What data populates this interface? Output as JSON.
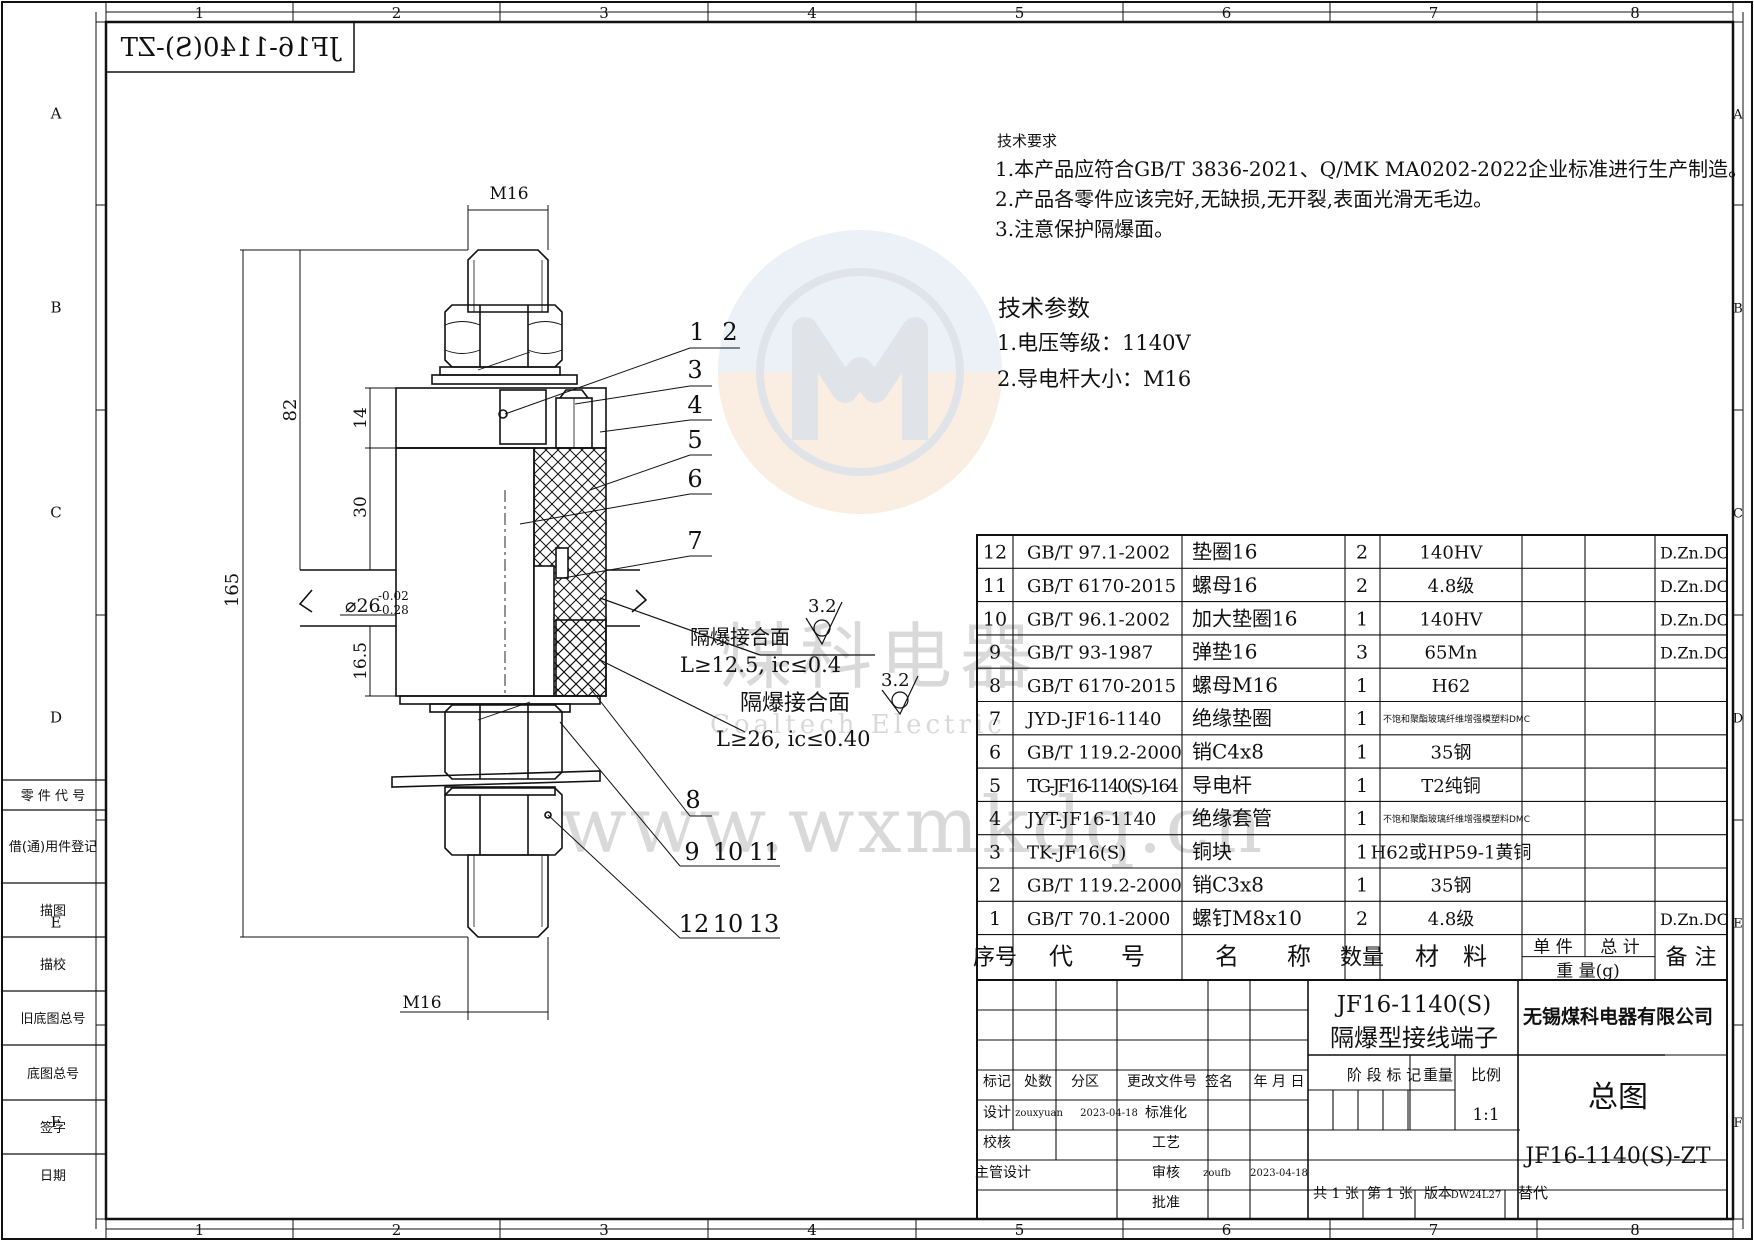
{
  "frame": {
    "columns": [
      "1",
      "2",
      "3",
      "4",
      "5",
      "6",
      "7",
      "8"
    ],
    "rows": [
      "A",
      "B",
      "C",
      "D",
      "E",
      "F"
    ],
    "mirrored_code": "JF16-1140(S)-ZT"
  },
  "watermark": {
    "text_cn": "煤科电器",
    "text_en": "Coaltech Electric",
    "url": "www.wxmkdq.cn"
  },
  "tech_requirements": {
    "heading": "技术要求",
    "items": [
      "1.本产品应符合GB/T 3836-2021、Q/MK MA0202-2022企业标准进行生产制造。",
      "2.产品各零件应该完好,无缺损,无开裂,表面光滑无毛边。",
      "3.注意保护隔爆面。"
    ]
  },
  "tech_params": {
    "heading": "技术参数",
    "items": [
      "1.电压等级：1140V",
      "2.导电杆大小：M16"
    ]
  },
  "drawing": {
    "top_thread": "M16",
    "bottom_thread": "M16",
    "dim_82": "82",
    "dim_165": "165",
    "dim_14": "14",
    "dim_30": "30",
    "dim_16_5": "16.5",
    "dia_main": "⌀26",
    "dia_upper_tol": "-0.02",
    "dia_lower_tol": "-0.28",
    "roughness_1": "3.2",
    "roughness_2": "3.2",
    "flame_1_title": "隔爆接合面",
    "flame_1_spec": "L≥12.5, ic≤0.4",
    "flame_2_title": "隔爆接合面",
    "flame_2_spec": "L≥26, ic≤0.40",
    "balloons": {
      "b1": "1",
      "b2": "2",
      "b3": "3",
      "b4": "4",
      "b5": "5",
      "b6": "6",
      "b7": "7",
      "b8": "8",
      "b9": "9",
      "b10a": "10",
      "b11": "11",
      "b12": "12",
      "b10b": "10",
      "b13": "13"
    }
  },
  "bom": {
    "rows": [
      {
        "no": "12",
        "code": "GB/T 97.1-2002",
        "name": "垫圈16",
        "qty": "2",
        "material": "140HV",
        "remark": "D.Zn.DC",
        "small": false
      },
      {
        "no": "11",
        "code": "GB/T 6170-2015",
        "name": "螺母16",
        "qty": "2",
        "material": "4.8级",
        "remark": "D.Zn.DC",
        "small": false
      },
      {
        "no": "10",
        "code": "GB/T 96.1-2002",
        "name": "加大垫圈16",
        "qty": "1",
        "material": "140HV",
        "remark": "D.Zn.DC",
        "small": false
      },
      {
        "no": "9",
        "code": "GB/T 93-1987",
        "name": "弹垫16",
        "qty": "3",
        "material": "65Mn",
        "remark": "D.Zn.DC",
        "small": false
      },
      {
        "no": "8",
        "code": "GB/T 6170-2015",
        "name": "螺母M16",
        "qty": "1",
        "material": "H62",
        "remark": "",
        "small": false
      },
      {
        "no": "7",
        "code": "JYD-JF16-1140",
        "name": "绝缘垫圈",
        "qty": "1",
        "material": "不饱和聚酯玻璃纤维增强模塑料DMC",
        "remark": "",
        "small": true
      },
      {
        "no": "6",
        "code": "GB/T 119.2-2000",
        "name": "销C4x8",
        "qty": "1",
        "material": "35钢",
        "remark": "",
        "small": false
      },
      {
        "no": "5",
        "code": "TG-JF16-1140(S)-164",
        "name": "导电杆",
        "qty": "1",
        "material": "T2纯铜",
        "remark": "",
        "small": false
      },
      {
        "no": "4",
        "code": "JYT-JF16-1140",
        "name": "绝缘套管",
        "qty": "1",
        "material": "不饱和聚酯玻璃纤维增强模塑料DMC",
        "remark": "",
        "small": true
      },
      {
        "no": "3",
        "code": "TK-JF16(S)",
        "name": "铜块",
        "qty": "1",
        "material": "H62或HP59-1黄铜",
        "remark": "",
        "small": false
      },
      {
        "no": "2",
        "code": "GB/T 119.2-2000",
        "name": "销C3x8",
        "qty": "1",
        "material": "35钢",
        "remark": "",
        "small": false
      },
      {
        "no": "1",
        "code": "GB/T 70.1-2000",
        "name": "螺钉M8x10",
        "qty": "2",
        "material": "4.8级",
        "remark": "D.Zn.DC",
        "small": false
      }
    ],
    "header": {
      "no": "序号",
      "code": "代　　号",
      "name": "名　　称",
      "qty": "数量",
      "material": "材　料",
      "unit": "单 件",
      "total": "总 计",
      "weight": "重 量(g)",
      "remark": "备 注"
    }
  },
  "title_block": {
    "product_code": "JF16-1140(S)",
    "product_name": "隔爆型接线端子",
    "company": "无锡煤科电器有限公司",
    "drawing_title": "总图",
    "drawing_no": "JF16-1140(S)-ZT",
    "rev_headers": [
      "标记",
      "处数",
      "分区",
      "更改文件号",
      "签名",
      "年 月 日"
    ],
    "stage_mark": "阶 段 标 记",
    "weight": "重量",
    "scale_label": "比例",
    "scale": "1:1",
    "design": "设计",
    "designer": "zouxyuan",
    "design_date": "2023-04-18",
    "standardize": "标准化",
    "check": "校核",
    "process": "工艺",
    "chief": "主管设计",
    "review": "审核",
    "reviewer": "zoufb",
    "review_date": "2023-04-18",
    "approve": "批准",
    "sheets": "共 1 张",
    "sheet": "第 1 张",
    "version_label": "版本",
    "version": "DW24L27",
    "replace": "替代"
  },
  "left_block": {
    "labels": [
      "零 件 代 号",
      "借(通)用件登记",
      "描图",
      "描校",
      "旧底图总号",
      "底图总号",
      "签字",
      "日期"
    ]
  }
}
